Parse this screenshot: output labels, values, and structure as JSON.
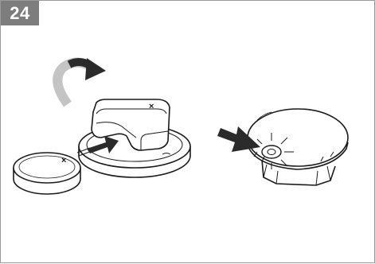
{
  "step": {
    "number": "24"
  },
  "illustration": {
    "left_panel": {
      "battery_mark": "×",
      "cover_mark": "×",
      "rotation_arrow_icon": "curved-rotation-arrow",
      "insert_arrow_icon": "insert-arrow"
    },
    "right_panel": {
      "pointer_arrow_icon": "pointer-arrow",
      "indicator_icon": "glowing-led-indicator"
    }
  },
  "colors": {
    "badge_background": "#7d7d7d",
    "badge_text": "#ffffff",
    "arrow_dark": "#2b2b2b",
    "arrow_light": "#c4c4c4",
    "outline": "#1a1a1a"
  }
}
